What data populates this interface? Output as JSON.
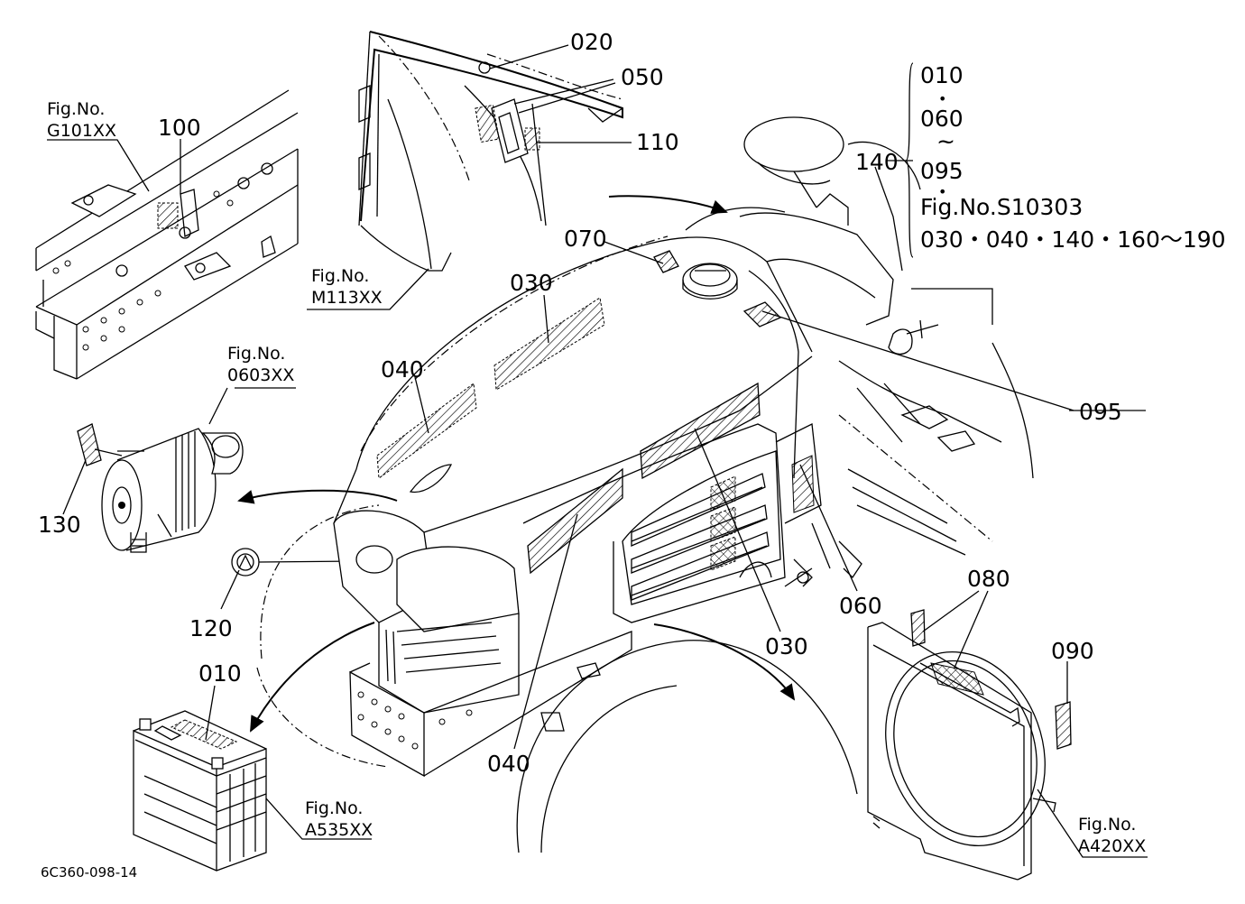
{
  "diagram": {
    "fig_refs": {
      "g101": "Fig.No.|G101XX",
      "m113": "Fig.No.|M113XX",
      "f0603": "Fig.No.|0603XX",
      "a535": "Fig.No.|A535XX",
      "a420": "Fig.No.|A420XX"
    },
    "parts": {
      "p010": "010",
      "p020": "020",
      "p030a": "030",
      "p030b": "030",
      "p040a": "040",
      "p040b": "040",
      "p050": "050",
      "p060": "060",
      "p070": "070",
      "p080": "080",
      "p090": "090",
      "p095": "095",
      "p100": "100",
      "p110": "110",
      "p120": "120",
      "p130": "130"
    },
    "set_box": {
      "root": "140",
      "line1": "010",
      "dot1": "•",
      "line2": "060",
      "tilde": "~",
      "line3": "095",
      "dot2": "•",
      "line4": "Fig.No.S10303",
      "line5": "030・040・140・160～190"
    },
    "drawing_code": "6C360-098-14"
  }
}
